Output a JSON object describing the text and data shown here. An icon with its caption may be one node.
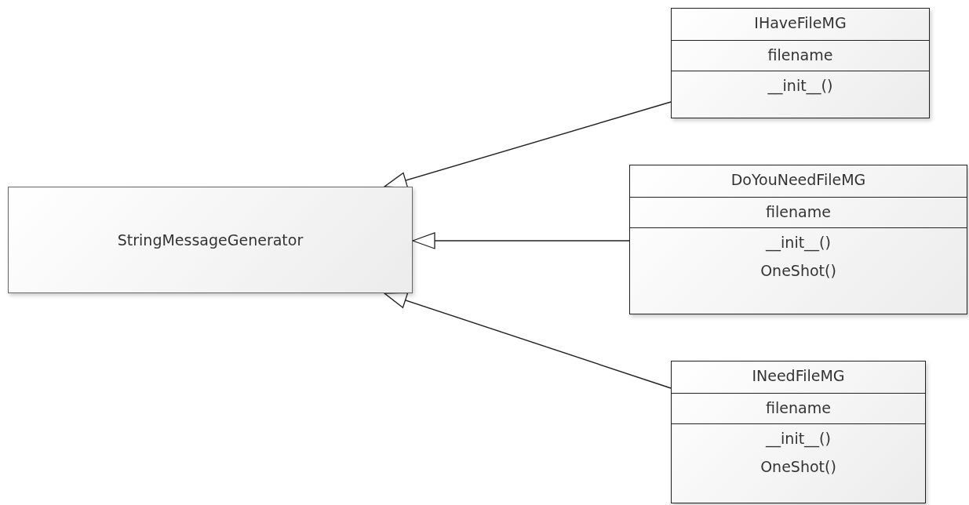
{
  "diagram": {
    "nodes": [
      {
        "text": [
          "StringMessageGenerator"
        ]
      },
      {
        "text": [
          "IHaveFileMG",
          "filename",
          "__init__()"
        ]
      },
      {
        "text": [
          "DoYouNeedFileMG",
          "filename",
          "__init__()",
          "OneShot()"
        ]
      },
      {
        "text": [
          "INeedFileMG",
          "filename",
          "__init__()",
          "OneShot()"
        ]
      }
    ],
    "edges": [
      {
        "from": 1,
        "to": 0,
        "arrow": "to"
      },
      {
        "from": 2,
        "to": 0,
        "arrow": "to"
      },
      {
        "from": 3,
        "to": 0,
        "arrow": "to"
      }
    ]
  }
}
